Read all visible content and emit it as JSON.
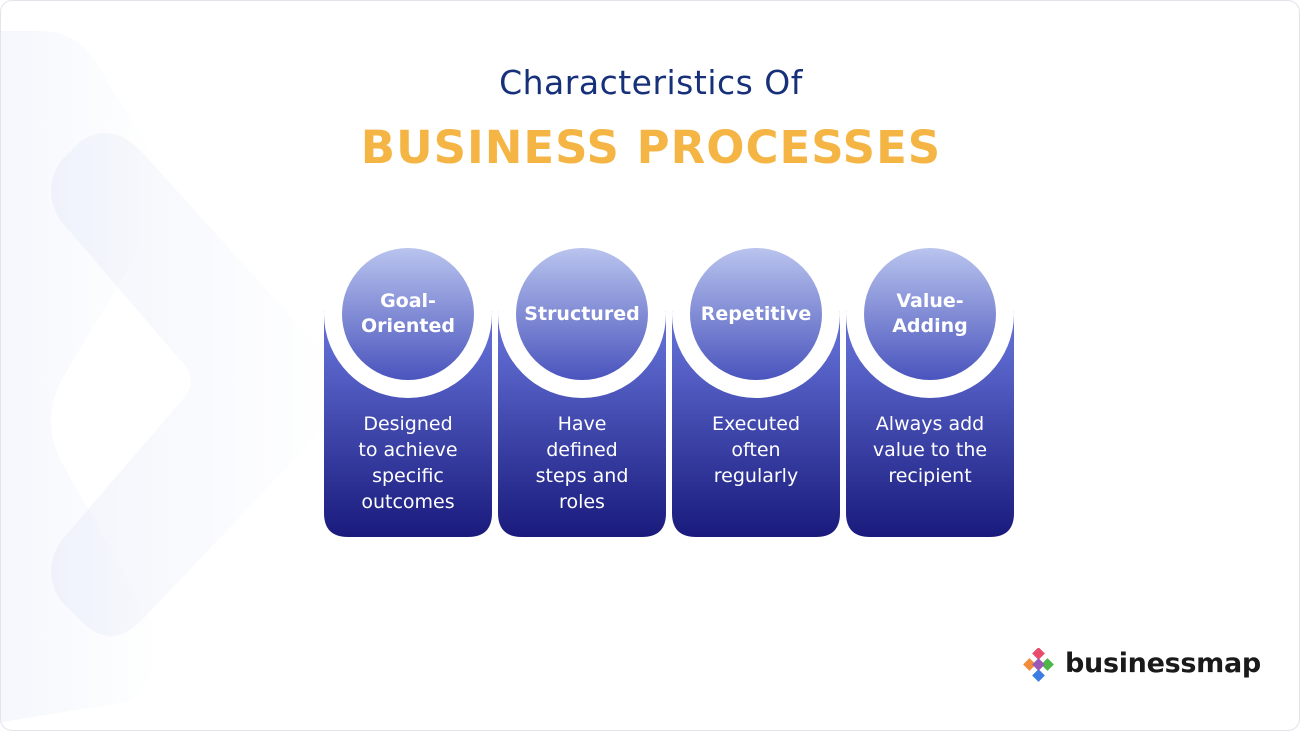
{
  "heading": {
    "subtitle": "Characteristics Of",
    "title": "BUSINESS PROCESSES"
  },
  "colors": {
    "title": "#f4b545",
    "subtitle": "#16307a",
    "card_top": "#5e6ad0",
    "card_bottom": "#191a7c",
    "circle_top": "#b9c4ee",
    "circle_bottom": "#4a54bd"
  },
  "cards": [
    {
      "title": "Goal-\nOriented",
      "description": "Designed\nto achieve\nspecific\noutcomes"
    },
    {
      "title": "Structured",
      "description": "Have\ndefined\nsteps and\nroles"
    },
    {
      "title": "Repetitive",
      "description": "Executed\noften\nregularly"
    },
    {
      "title": "Value-\nAdding",
      "description": "Always add\nvalue to the\nrecipient"
    }
  ],
  "logo": {
    "text": "businessmap"
  }
}
